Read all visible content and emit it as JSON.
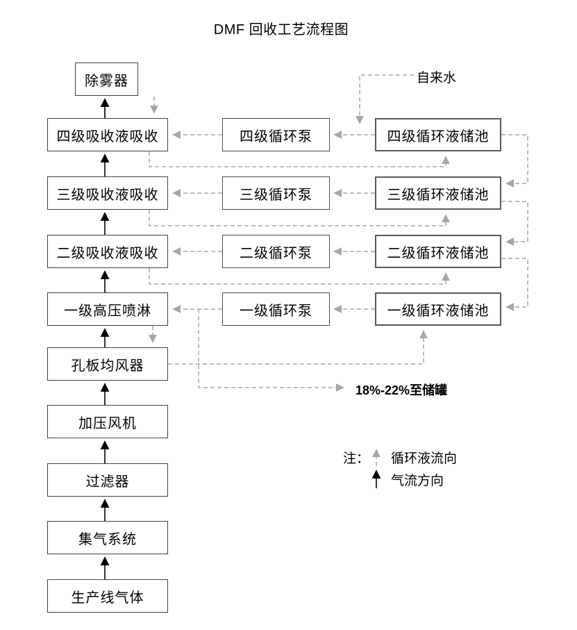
{
  "title": "DMF 回收工艺流程图",
  "colors": {
    "background": "#ffffff",
    "box_border": "#404040",
    "pool_border": "#595959",
    "dashed_line": "#a6a6a6",
    "solid_line": "#000000",
    "text": "#000000"
  },
  "gas_chain": [
    {
      "id": "demister",
      "label": "除雾器"
    },
    {
      "id": "absorber-4",
      "label": "四级吸收液吸收"
    },
    {
      "id": "absorber-3",
      "label": "三级吸收液吸收"
    },
    {
      "id": "absorber-2",
      "label": "二级吸收液吸收"
    },
    {
      "id": "sprayer-1",
      "label": "一级高压喷淋"
    },
    {
      "id": "distributor",
      "label": "孔板均风器"
    },
    {
      "id": "fan",
      "label": "加压风机"
    },
    {
      "id": "filter",
      "label": "过滤器"
    },
    {
      "id": "gas-collection",
      "label": "集气系统"
    },
    {
      "id": "production-gas",
      "label": "生产线气体"
    }
  ],
  "pumps": [
    {
      "id": "pump-4",
      "label": "四级循环泵"
    },
    {
      "id": "pump-3",
      "label": "三级循环泵"
    },
    {
      "id": "pump-2",
      "label": "二级循环泵"
    },
    {
      "id": "pump-1",
      "label": "一级循环泵"
    }
  ],
  "pools": [
    {
      "id": "pool-4",
      "label": "四级循环液储池"
    },
    {
      "id": "pool-3",
      "label": "三级循环液储池"
    },
    {
      "id": "pool-2",
      "label": "二级循环液储池"
    },
    {
      "id": "pool-1",
      "label": "一级循环液储池"
    }
  ],
  "annotations": {
    "tap_water": "自来水",
    "to_tank": "18%-22%至储罐"
  },
  "legend": {
    "note": "注：",
    "dashed_label": "循环液流向",
    "solid_label": "气流方向"
  }
}
